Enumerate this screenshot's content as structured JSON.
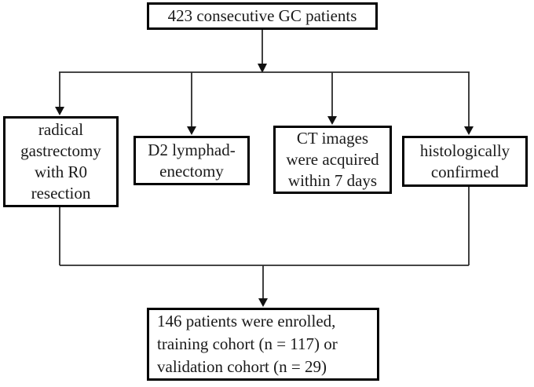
{
  "flowchart": {
    "title_box": {
      "label": "423 consecutive GC patients"
    },
    "criteria_boxes": [
      {
        "label": "radical\ngastrectomy\nwith R0\nresection"
      },
      {
        "label": "D2 lymphad-\nenectomy"
      },
      {
        "label": "CT images\nwere acquired\nwithin 7 days"
      },
      {
        "label": "histologically\nconfirmed"
      }
    ],
    "result_box": {
      "label": "146 patients were enrolled,\ntraining cohort (n = 117) or\nvalidation cohort (n = 29)"
    },
    "values": {
      "total_patients": "423",
      "enrolled_patients": "146",
      "training_cohort_n": "117",
      "validation_cohort_n": "29"
    }
  },
  "colors": {
    "background": "#ffffff",
    "box_border": "#000000",
    "connector_line": "#2b2b2b",
    "text": "#1a1a1a"
  }
}
